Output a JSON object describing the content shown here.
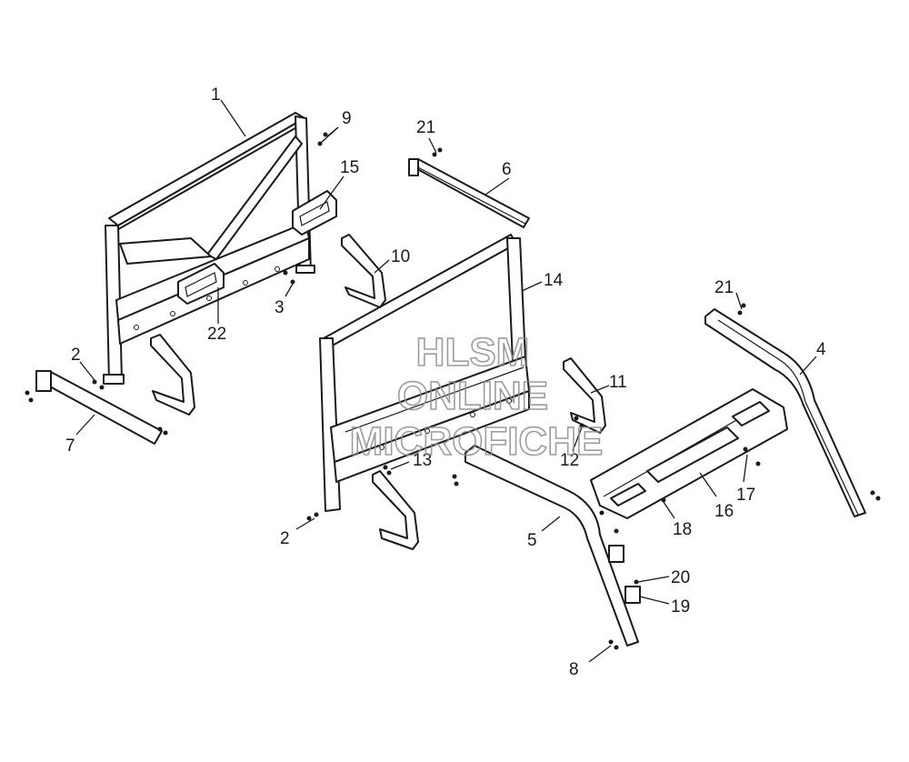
{
  "callouts": {
    "c1": "1",
    "c2a": "2",
    "c2b": "2",
    "c3": "3",
    "c4": "4",
    "c5": "5",
    "c6": "6",
    "c7": "7",
    "c8": "8",
    "c9": "9",
    "c10": "10",
    "c11": "11",
    "c12": "12",
    "c13": "13",
    "c14": "14",
    "c15": "15",
    "c16": "16",
    "c17": "17",
    "c18": "18",
    "c19": "19",
    "c20": "20",
    "c21a": "21",
    "c21b": "21",
    "c22": "22"
  },
  "watermark": {
    "line1": "HLSM",
    "line2": "ONLINE",
    "line3": "MICROFICHE"
  }
}
